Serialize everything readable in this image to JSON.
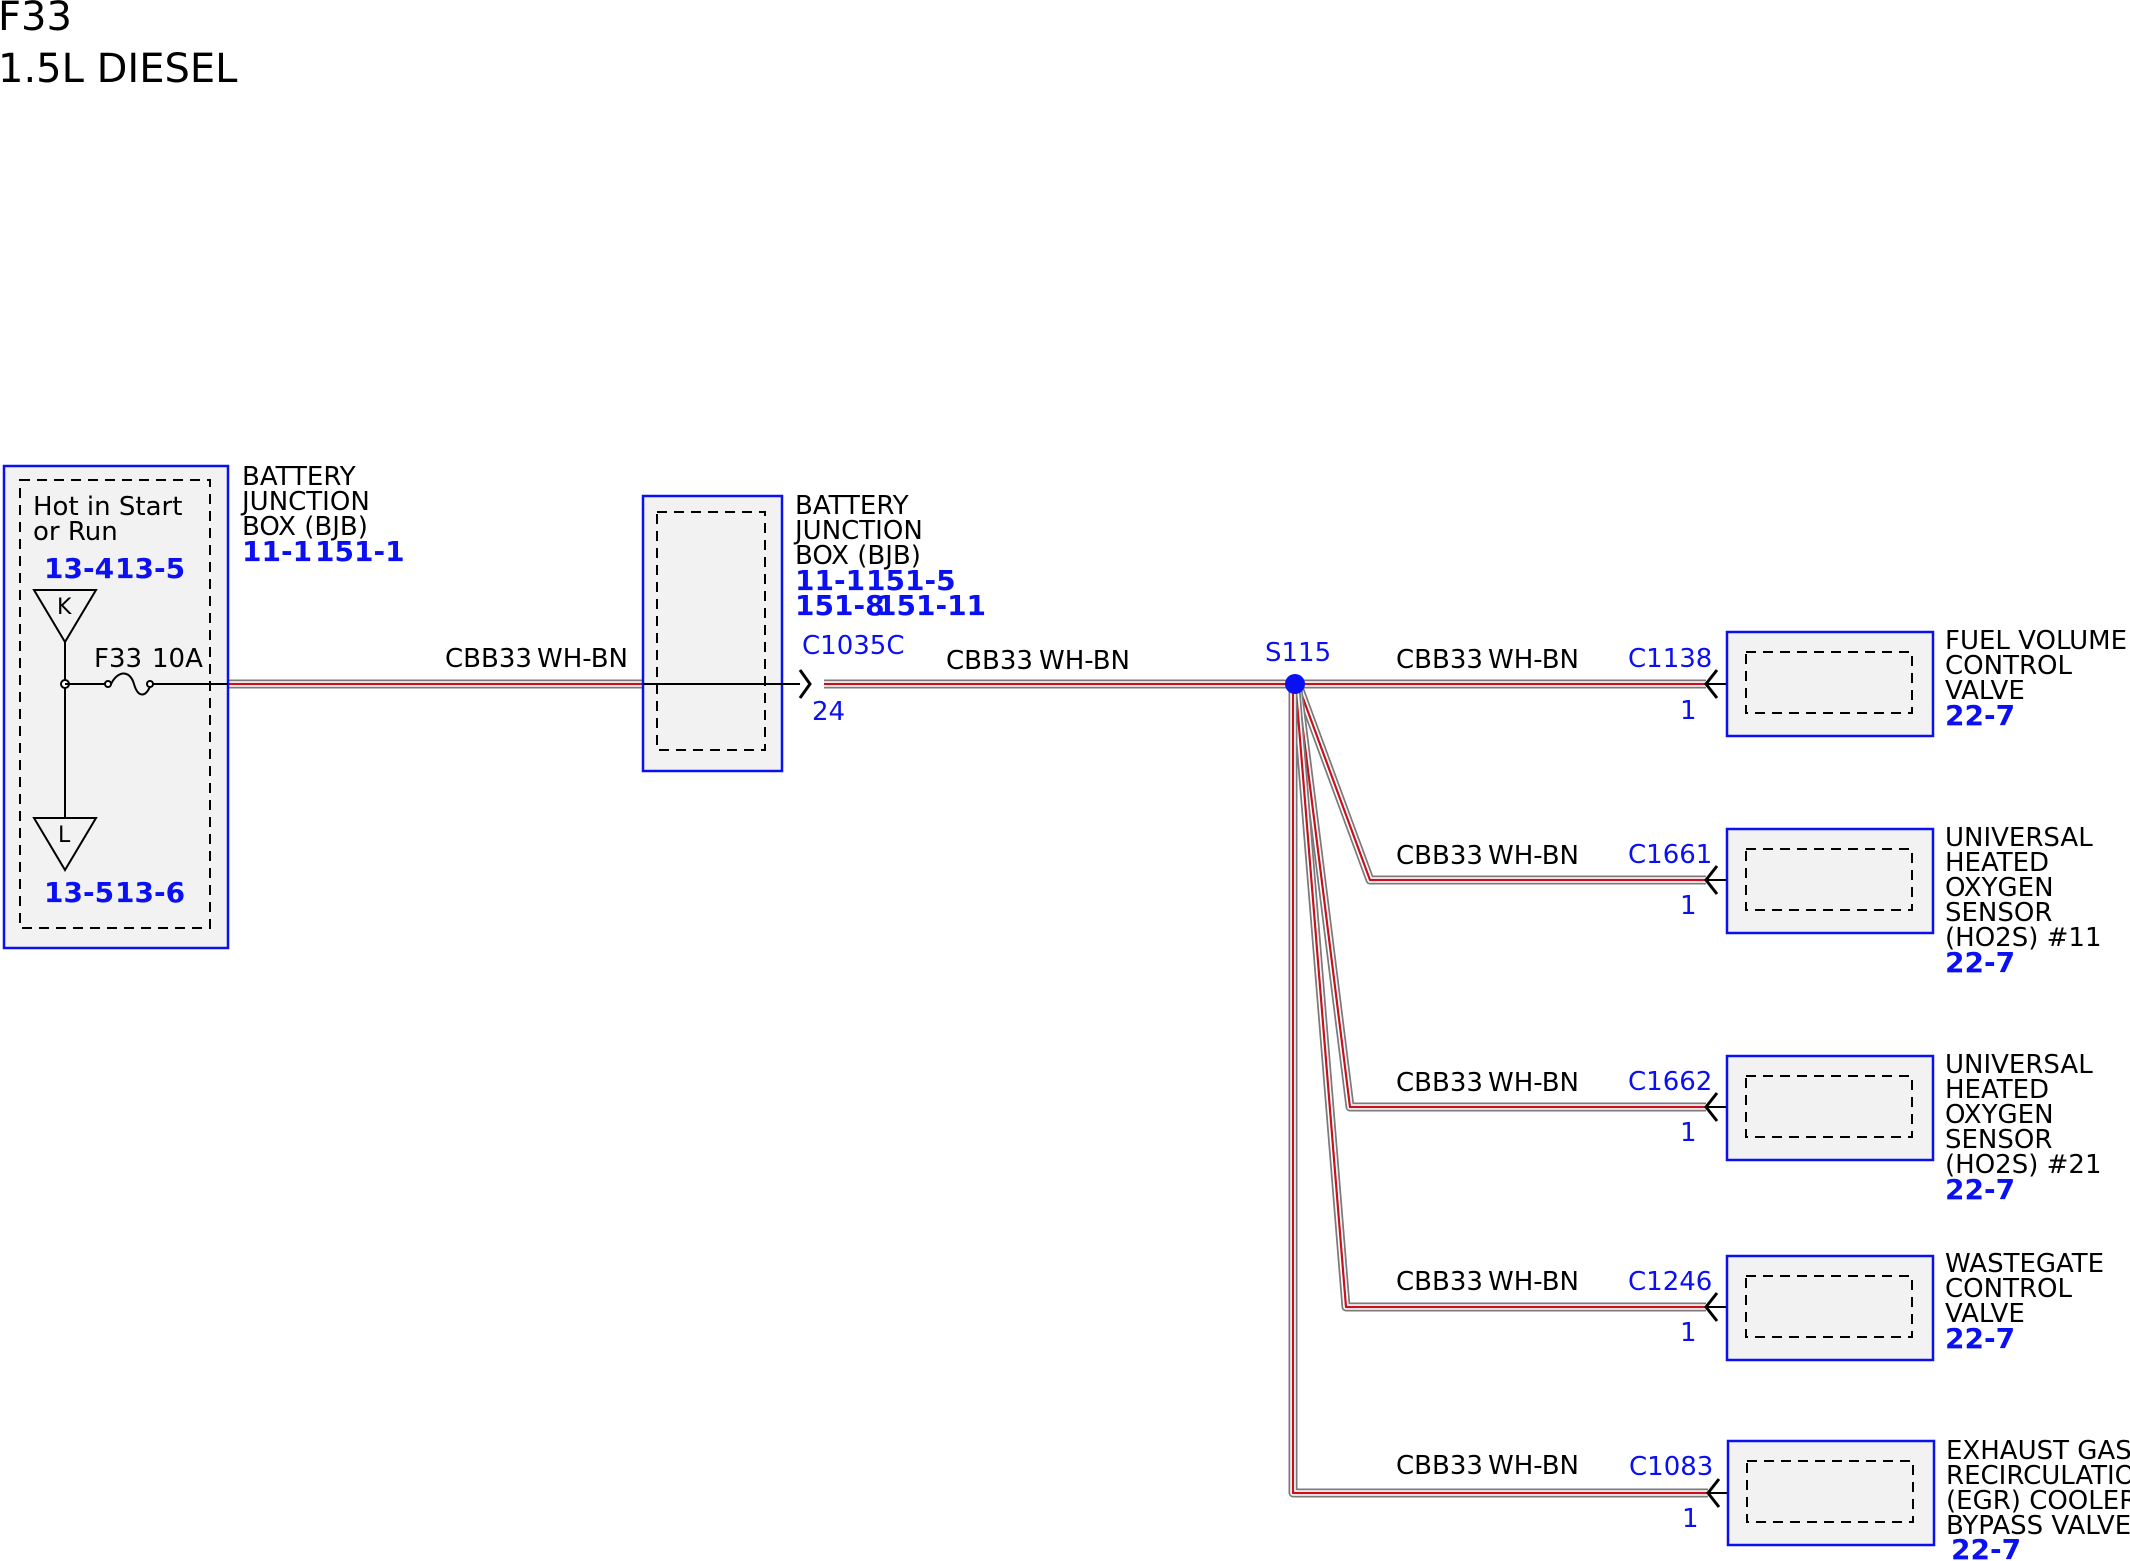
{
  "title": [
    "F33",
    "1.5L DIESEL"
  ],
  "colors": {
    "component_outline": "#0a10f0",
    "reference_text": "#0a10f0",
    "wire_red": "#c8101e",
    "wire_grey": "#7a7a7a",
    "box_fill": "#f2f2f2"
  },
  "fuse_box": {
    "state_label": [
      "Hot in Start",
      "or Run"
    ],
    "top_refs": [
      "13-4",
      "13-5"
    ],
    "bottom_refs": [
      "13-5",
      "13-6"
    ],
    "relay_top": "K",
    "relay_bottom": "L",
    "fuse_name": "F33",
    "fuse_rating": "10A",
    "name_lines": [
      "BATTERY",
      "JUNCTION",
      "BOX (BJB)"
    ],
    "refs": [
      "11-1",
      "151-1"
    ]
  },
  "wire_label": {
    "circuit": "CBB33",
    "color": "WH-BN"
  },
  "bjb2": {
    "name_lines": [
      "BATTERY",
      "JUNCTION",
      "BOX (BJB)"
    ],
    "refs_line1": [
      "11-1",
      "151-5"
    ],
    "refs_line2": [
      "151-8",
      "151-11"
    ],
    "connector": "C1035C",
    "pin": "24"
  },
  "splice": {
    "name": "S115"
  },
  "branches": [
    {
      "connector": "C1138",
      "pin": "1",
      "name_lines": [
        "FUEL VOLUME",
        "CONTROL",
        "VALVE"
      ],
      "ref": "22-7"
    },
    {
      "connector": "C1661",
      "pin": "1",
      "name_lines": [
        "UNIVERSAL",
        "HEATED",
        "OXYGEN",
        "SENSOR",
        "(HO2S) #11"
      ],
      "ref": "22-7"
    },
    {
      "connector": "C1662",
      "pin": "1",
      "name_lines": [
        "UNIVERSAL",
        "HEATED",
        "OXYGEN",
        "SENSOR",
        "(HO2S) #21"
      ],
      "ref": "22-7"
    },
    {
      "connector": "C1246",
      "pin": "1",
      "name_lines": [
        "WASTEGATE",
        "CONTROL",
        "VALVE"
      ],
      "ref": "22-7"
    },
    {
      "connector": "C1083",
      "pin": "1",
      "name_lines": [
        "EXHAUST GAS",
        "RECIRCULATION",
        "(EGR) COOLER",
        "BYPASS VALVE"
      ],
      "ref": "22-7"
    }
  ]
}
